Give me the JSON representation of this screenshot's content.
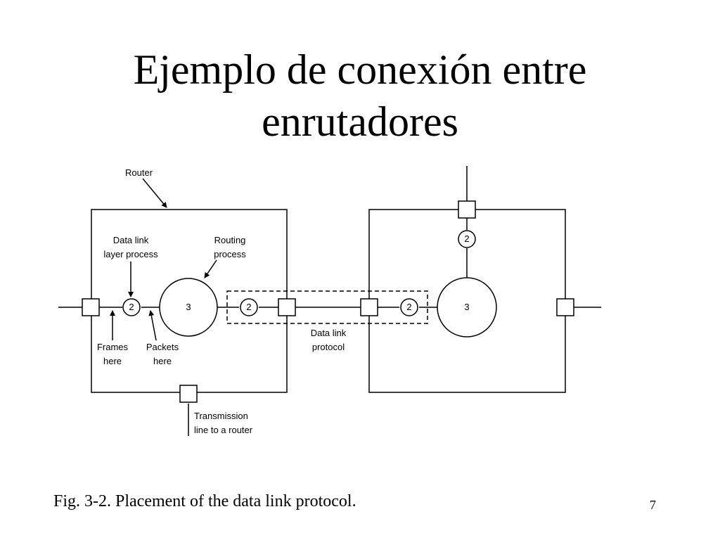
{
  "slide": {
    "title_line1": "Ejemplo de conexión entre",
    "title_line2": "enrutadores",
    "caption": "Fig. 3-2. Placement of the data link protocol.",
    "page_number": "7"
  },
  "diagram": {
    "labels": {
      "router": "Router",
      "data_link_layer_process_1": "Data link",
      "data_link_layer_process_2": "layer process",
      "routing_process_1": "Routing",
      "routing_process_2": "process",
      "frames_here_1": "Frames",
      "frames_here_2": "here",
      "packets_here_1": "Packets",
      "packets_here_2": "here",
      "data_link_protocol_1": "Data link",
      "data_link_protocol_2": "protocol",
      "transmission_line_1": "Transmission",
      "transmission_line_2": "line to a router"
    },
    "process_numbers": {
      "data_link_layer": "2",
      "routing": "3"
    }
  }
}
